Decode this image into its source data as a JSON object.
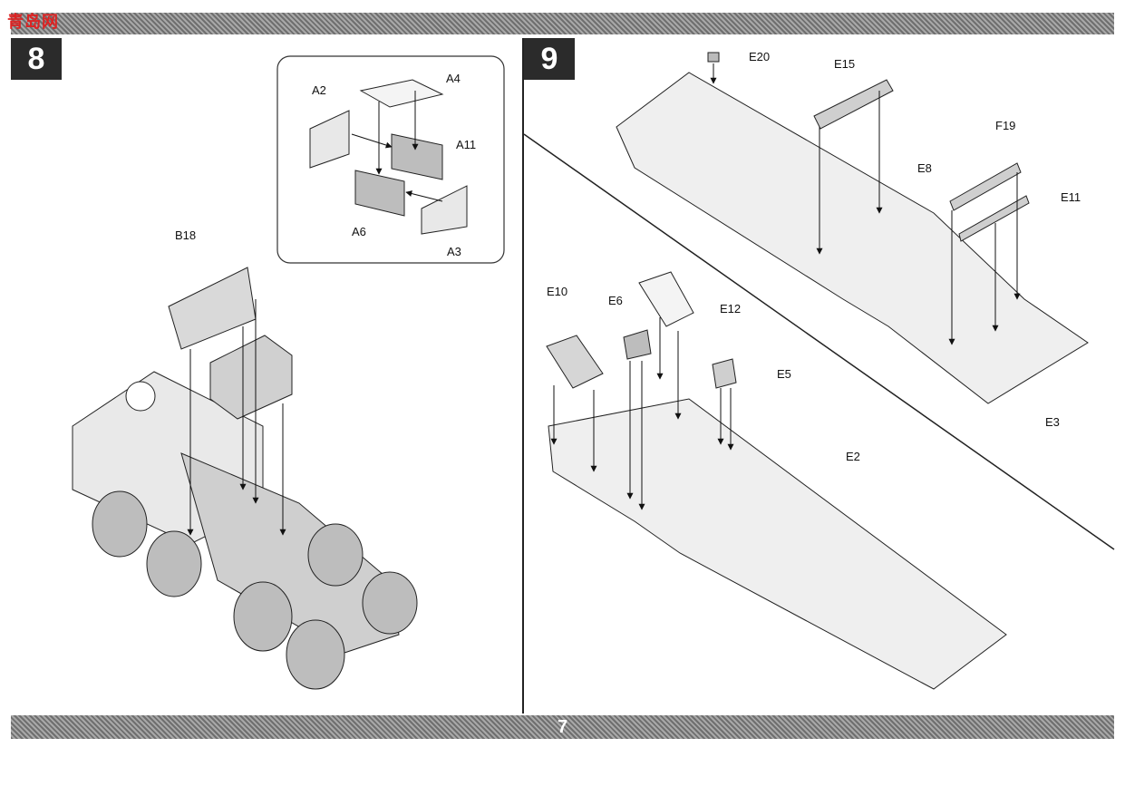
{
  "watermark": {
    "text": "青岛网",
    "url": "qingdaowang.com"
  },
  "page_number": "7",
  "steps": {
    "step8": {
      "number": "8",
      "inset_labels": [
        "A2",
        "A4",
        "A11",
        "A6",
        "A3"
      ],
      "labels": [
        "B18"
      ]
    },
    "step9": {
      "number": "9",
      "labels": [
        "E20",
        "E15",
        "E8",
        "F19",
        "E11",
        "E3",
        "E10",
        "E6",
        "E12",
        "E5",
        "E2"
      ]
    }
  }
}
